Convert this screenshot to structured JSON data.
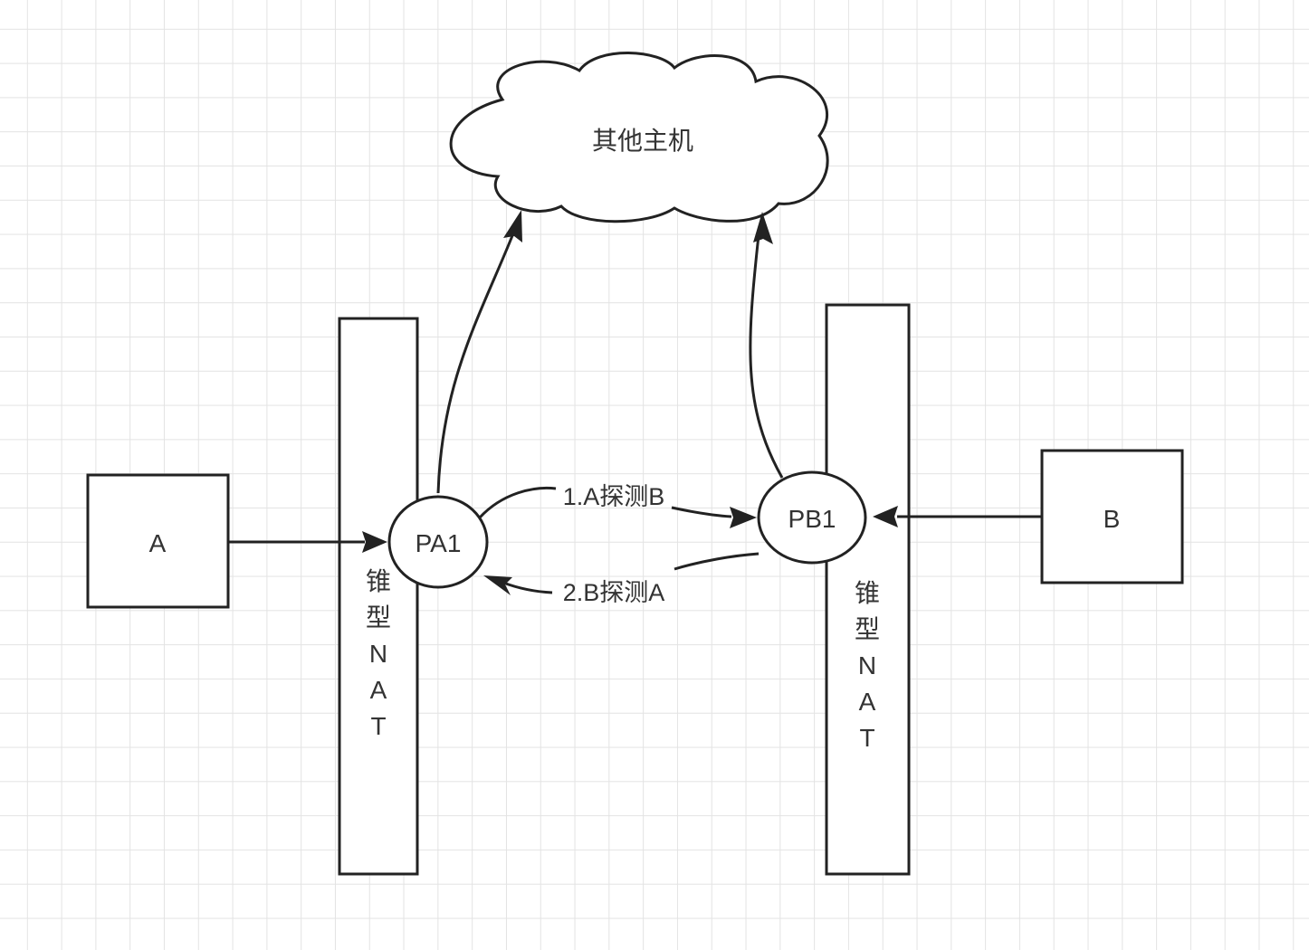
{
  "cloud": {
    "label": "其他主机"
  },
  "hosts": {
    "a": {
      "label": "A"
    },
    "b": {
      "label": "B"
    }
  },
  "nats": {
    "left": {
      "label_chars": [
        "锥",
        "型",
        "N",
        "A",
        "T"
      ]
    },
    "right": {
      "label_chars": [
        "锥",
        "型",
        "N",
        "A",
        "T"
      ]
    }
  },
  "ports": {
    "pa1": {
      "label": "PA1"
    },
    "pb1": {
      "label": "PB1"
    }
  },
  "edges": {
    "a_probe_b": {
      "label": "1.A探测B"
    },
    "b_probe_a": {
      "label": "2.B探测A"
    }
  },
  "colors": {
    "stroke": "#222222",
    "text": "#333333",
    "grid": "#e3e3e3"
  }
}
